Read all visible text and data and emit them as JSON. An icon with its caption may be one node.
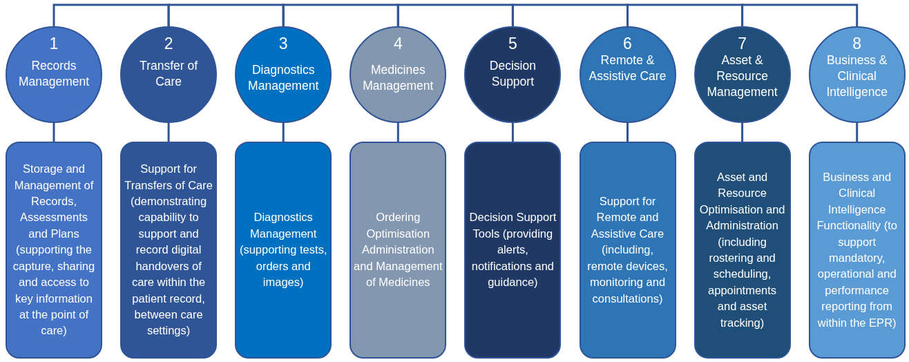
{
  "diagram": {
    "nodes": [
      {
        "text": [
          "1",
          "Records Management"
        ]
      },
      {
        "text": [
          "2",
          "Transfer of Care"
        ]
      },
      {
        "text": [
          "3",
          "Diagnostics Management"
        ]
      },
      {
        "text": [
          "4",
          "Medicines Management"
        ]
      },
      {
        "text": [
          "5",
          "Decision Support"
        ]
      },
      {
        "text": [
          "6",
          "Remote & Assistive Care"
        ]
      },
      {
        "text": [
          "7",
          "Asset & Resource Management"
        ]
      },
      {
        "text": [
          "8",
          "Business & Clinical Intelligence"
        ]
      },
      {
        "text": [
          "Storage and Management of Records, Assessments and Plans (supporting the capture, sharing and access to key information at the point of care)"
        ]
      },
      {
        "text": [
          "Support for Transfers of Care (demonstrating capability to support and record digital handovers of care within the patient record, between care settings)"
        ]
      },
      {
        "text": [
          "Diagnostics Management (supporting tests, orders and images)"
        ]
      },
      {
        "text": [
          "Ordering Optimisation Administration and Management of Medicines"
        ]
      },
      {
        "text": [
          "Decision Support Tools (providing alerts, notifications and guidance)"
        ]
      },
      {
        "text": [
          "Support for Remote and Assistive Care (including, remote devices, monitoring and consultations)"
        ]
      },
      {
        "text": [
          "Asset and Resource Optimisation and Administration (including rostering and scheduling, appointments and asset tracking)"
        ]
      },
      {
        "text": [
          "Business and Clinical Intelligence Functionality (to support mandatory, operational and performance reporting from within the EPR)"
        ]
      }
    ],
    "edges": [
      {
        "from": 0,
        "to": 1,
        "arrow": "none"
      },
      {
        "from": 1,
        "to": 2,
        "arrow": "none"
      },
      {
        "from": 2,
        "to": 3,
        "arrow": "none"
      },
      {
        "from": 3,
        "to": 4,
        "arrow": "none"
      },
      {
        "from": 4,
        "to": 5,
        "arrow": "none"
      },
      {
        "from": 5,
        "to": 6,
        "arrow": "none"
      },
      {
        "from": 6,
        "to": 7,
        "arrow": "none"
      },
      {
        "from": 0,
        "to": 8,
        "arrow": "none"
      },
      {
        "from": 1,
        "to": 9,
        "arrow": "none"
      },
      {
        "from": 2,
        "to": 10,
        "arrow": "none"
      },
      {
        "from": 3,
        "to": 11,
        "arrow": "none"
      },
      {
        "from": 4,
        "to": 12,
        "arrow": "none"
      },
      {
        "from": 5,
        "to": 13,
        "arrow": "none"
      },
      {
        "from": 6,
        "to": 14,
        "arrow": "none"
      },
      {
        "from": 7,
        "to": 15,
        "arrow": "none"
      }
    ]
  }
}
